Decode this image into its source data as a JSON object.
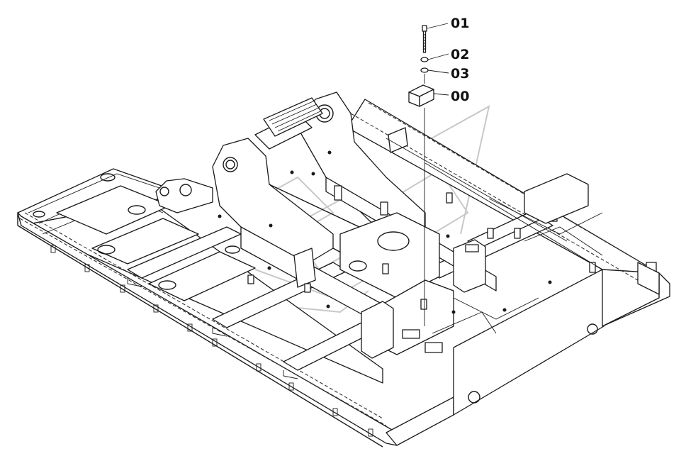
{
  "diagram": {
    "callouts": [
      {
        "id": "part-01",
        "label": "01"
      },
      {
        "id": "part-02",
        "label": "02"
      },
      {
        "id": "part-03",
        "label": "03"
      },
      {
        "id": "part-00",
        "label": "00"
      }
    ]
  }
}
